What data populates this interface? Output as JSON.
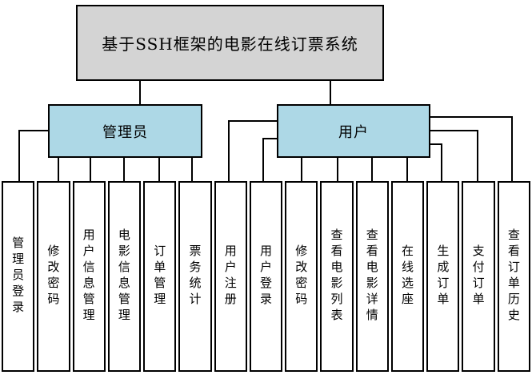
{
  "diagram": {
    "root": {
      "label": "基于SSH框架的电影在线订票系统"
    },
    "admin": {
      "label": "管理员",
      "children": [
        "管理员登录",
        "修改密码",
        "用户信息管理",
        "电影信息管理",
        "订单管理",
        "票务统计"
      ]
    },
    "user": {
      "label": "用户",
      "children": [
        "用户注册",
        "用户登录",
        "修改密码",
        "查看电影列表",
        "查看电影详情",
        "在线选座",
        "生成订单",
        "支付订单",
        "查看订单历史"
      ]
    },
    "colors": {
      "root_fill": "#d4d4d4",
      "branch_fill": "#add8e6",
      "leaf_fill": "#ffffff",
      "line": "#000000"
    }
  }
}
